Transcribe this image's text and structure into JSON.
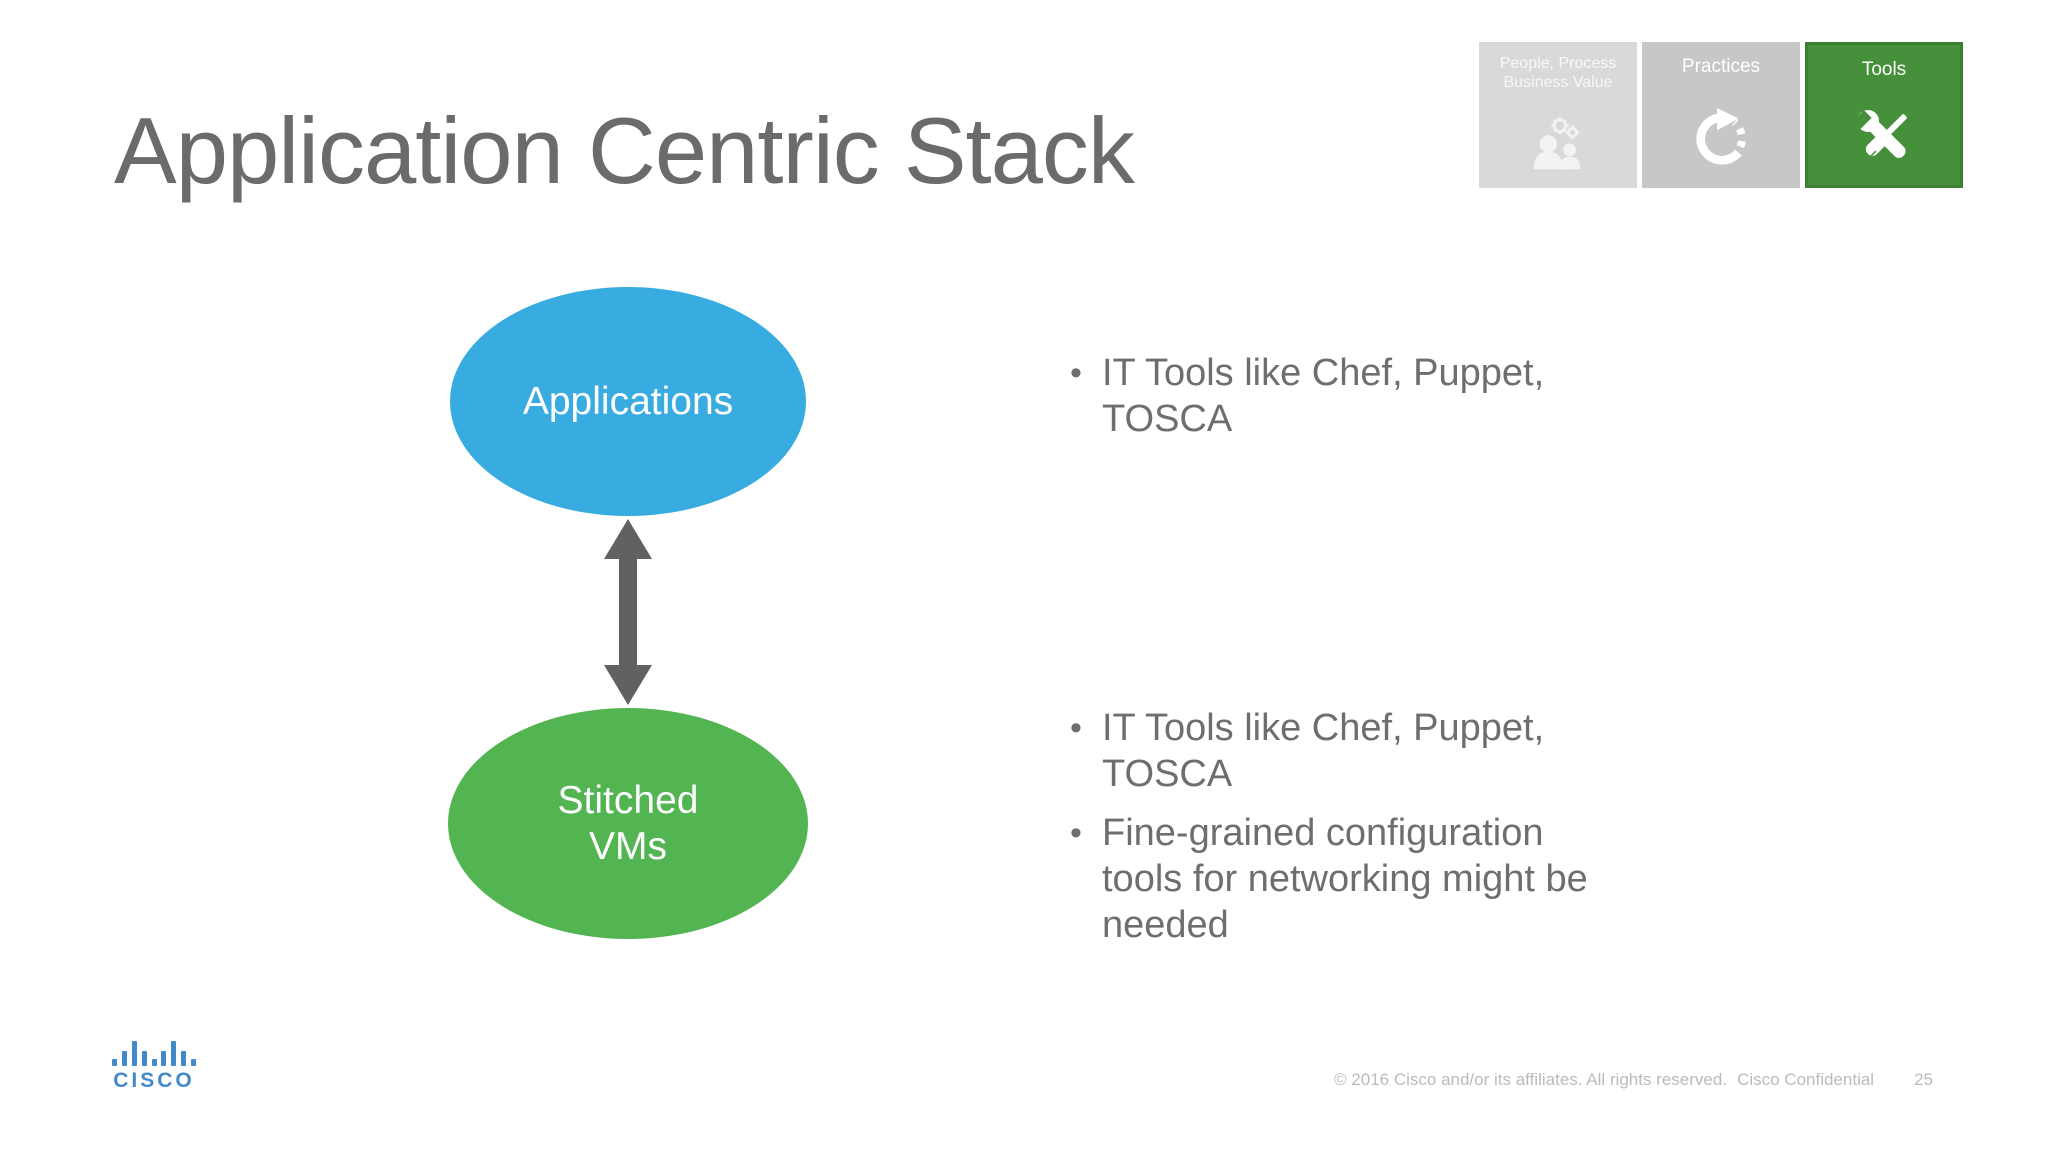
{
  "slide": {
    "title": "Application Centric Stack",
    "logo_text": "CISCO",
    "footer": {
      "copyright": "© 2016  Cisco and/or its affiliates. All rights reserved.",
      "confidential": "Cisco Confidential",
      "page_number": "25"
    }
  },
  "tabs": {
    "people": {
      "line1": "People, Process",
      "line2": "Business Value",
      "icon": "people-gears-icon",
      "state": "faded"
    },
    "practices": {
      "label": "Practices",
      "icon": "cycle-arrow-icon",
      "state": "inactive"
    },
    "tools": {
      "label": "Tools",
      "icon": "wrench-screwdriver-icon",
      "state": "active"
    }
  },
  "diagram": {
    "top_node": {
      "label": "Applications",
      "color": "#38ABE0"
    },
    "bottom_node": {
      "label": "Stitched\nVMs",
      "color": "#53B452"
    },
    "connector": "vertical-double-headed-arrow"
  },
  "bullets_applications": {
    "items": [
      "IT Tools like Chef, Puppet, TOSCA"
    ]
  },
  "bullets_vms": {
    "items": [
      "IT Tools like Chef, Puppet, TOSCA",
      "Fine-grained configuration tools for networking might be needed"
    ]
  },
  "colors": {
    "node_blue": "#38ABE0",
    "node_green": "#53B452",
    "tab_active_green": "#46903B",
    "tab_gray": "#C7C7C7",
    "tab_faded_gray": "#D9D9D9",
    "arrow_gray": "#616161",
    "title_gray": "#6B6B6B",
    "body_text_gray": "#6D6E71",
    "footer_gray": "#B9BBBD",
    "logo_blue": "#4189C9"
  }
}
